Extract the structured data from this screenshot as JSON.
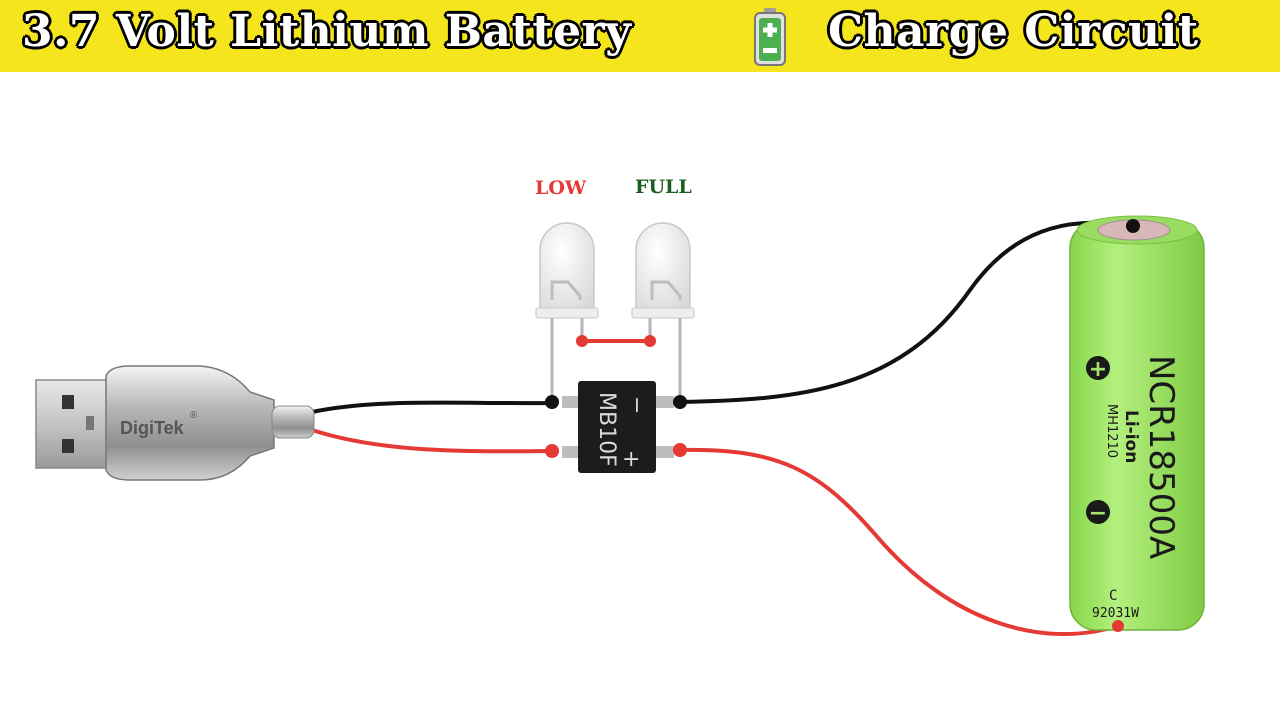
{
  "header": {
    "title_left": "3.7 Volt Lithium Battery",
    "title_right": "Charge Circuit",
    "battery_icon": "battery-icon",
    "background": "#f5e51c"
  },
  "leds": {
    "low_label": "LOW",
    "low_color": "#e53935",
    "full_label": "FULL",
    "full_color": "#1b5e20"
  },
  "usb": {
    "brand": "DigiTek",
    "registered": "®"
  },
  "bridge": {
    "part": "MB10F",
    "minus": "−",
    "plus": "+"
  },
  "battery": {
    "model": "NCR18500A",
    "chemistry": "Li-ion",
    "code": "MH1210",
    "plus_symbol": "+",
    "minus_symbol": "−",
    "lot_letter": "C",
    "lot": "92031W",
    "color": "#a6e86a"
  },
  "wires": {
    "red": "#e53935",
    "black": "#111111"
  }
}
